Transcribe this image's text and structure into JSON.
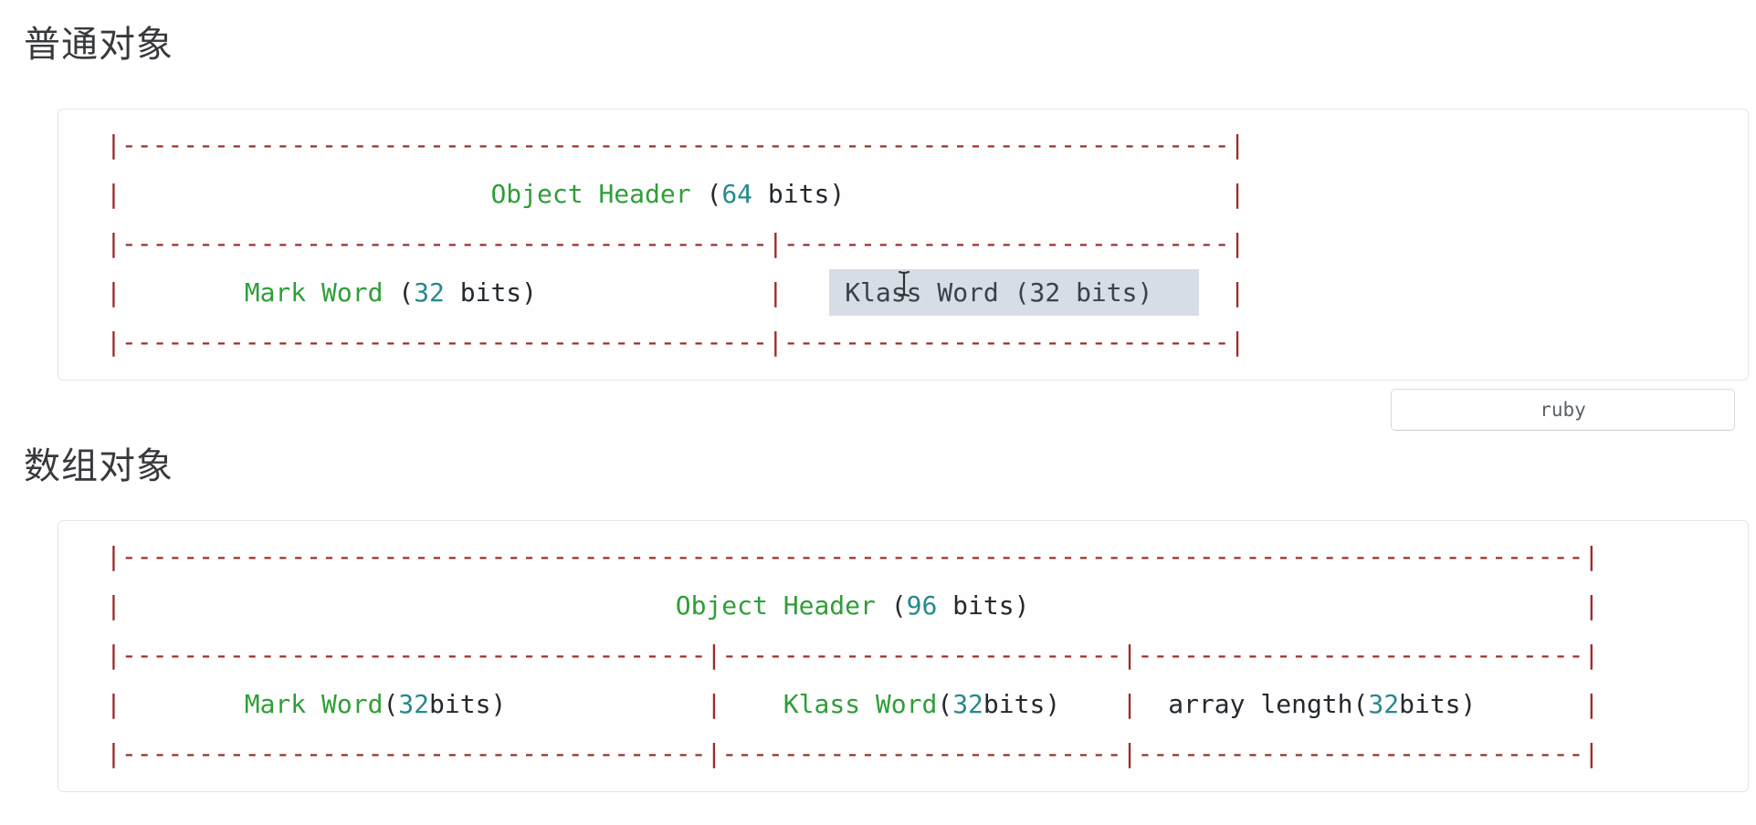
{
  "page": {
    "background": "#ffffff"
  },
  "headings": {
    "normal_object": "普通对象",
    "array_object": "数组对象"
  },
  "language_tag": {
    "label": "ruby"
  },
  "colors": {
    "dash_red": "#9b2c2c",
    "constant_green": "#2f9e38",
    "number_teal": "#25898e",
    "plain_text": "#24292e",
    "selection_bg": "#d7dde4",
    "selection_text": "#3a4148",
    "heading_text": "#37393c",
    "block_border": "#e3e5e8"
  },
  "cursor": {
    "icon": "text-ibeam",
    "over_text": "Klass Word (32 bits)"
  },
  "code_blocks": [
    {
      "name": "normal-object-header-diagram",
      "title_text": "Object Header (64 bits)",
      "cells": [
        "Mark Word (32 bits)",
        "Klass Word (32 bits)"
      ],
      "selected_text": "Klass Word (32 bits)",
      "lines": [
        [
          {
            "c": "red",
            "t": "|"
          },
          {
            "c": "red",
            "rep": "-",
            "n": 72
          },
          {
            "c": "red",
            "t": "|"
          }
        ],
        [
          {
            "c": "red",
            "t": "|"
          },
          {
            "c": "plain",
            "rep": " ",
            "n": 24
          },
          {
            "c": "green",
            "t": "Object Header"
          },
          {
            "c": "plain",
            "t": " ("
          },
          {
            "c": "teal",
            "t": "64"
          },
          {
            "c": "plain",
            "t": " bits)"
          },
          {
            "c": "plain",
            "rep": " ",
            "n": 25
          },
          {
            "c": "red",
            "t": "|"
          }
        ],
        [
          {
            "c": "red",
            "t": "|"
          },
          {
            "c": "red",
            "rep": "-",
            "n": 42
          },
          {
            "c": "red",
            "t": "|"
          },
          {
            "c": "red",
            "rep": "-",
            "n": 29
          },
          {
            "c": "red",
            "t": "|"
          }
        ],
        [
          {
            "c": "red",
            "t": "|"
          },
          {
            "c": "plain",
            "rep": " ",
            "n": 8
          },
          {
            "c": "green",
            "t": "Mark Word"
          },
          {
            "c": "plain",
            "t": " ("
          },
          {
            "c": "teal",
            "t": "32"
          },
          {
            "c": "plain",
            "t": " bits)"
          },
          {
            "c": "plain",
            "rep": " ",
            "n": 15
          },
          {
            "c": "red",
            "t": "|"
          },
          {
            "c": "plain",
            "rep": " ",
            "n": 3
          },
          {
            "c": "sel",
            "t": " Klass Word (32 bits)   "
          },
          {
            "c": "plain",
            "rep": " ",
            "n": 2
          },
          {
            "c": "red",
            "t": "|"
          }
        ],
        [
          {
            "c": "red",
            "t": "|"
          },
          {
            "c": "red",
            "rep": "-",
            "n": 42
          },
          {
            "c": "red",
            "t": "|"
          },
          {
            "c": "red",
            "rep": "-",
            "n": 29
          },
          {
            "c": "red",
            "t": "|"
          }
        ]
      ]
    },
    {
      "name": "array-object-header-diagram",
      "title_text": "Object Header (96 bits)",
      "cells": [
        "Mark Word(32bits)",
        "Klass Word(32bits)",
        "array length(32bits)"
      ],
      "lines": [
        [
          {
            "c": "red",
            "t": "|"
          },
          {
            "c": "red",
            "rep": "-",
            "n": 95
          },
          {
            "c": "red",
            "t": "|"
          }
        ],
        [
          {
            "c": "red",
            "t": "|"
          },
          {
            "c": "plain",
            "rep": " ",
            "n": 36
          },
          {
            "c": "green",
            "t": "Object Header"
          },
          {
            "c": "plain",
            "t": " ("
          },
          {
            "c": "teal",
            "t": "96"
          },
          {
            "c": "plain",
            "t": " bits)"
          },
          {
            "c": "plain",
            "rep": " ",
            "n": 36
          },
          {
            "c": "red",
            "t": "|"
          }
        ],
        [
          {
            "c": "red",
            "t": "|"
          },
          {
            "c": "red",
            "rep": "-",
            "n": 38
          },
          {
            "c": "red",
            "t": "|"
          },
          {
            "c": "red",
            "rep": "-",
            "n": 26
          },
          {
            "c": "red",
            "t": "|"
          },
          {
            "c": "red",
            "rep": "-",
            "n": 29
          },
          {
            "c": "red",
            "t": "|"
          }
        ],
        [
          {
            "c": "red",
            "t": "|"
          },
          {
            "c": "plain",
            "rep": " ",
            "n": 8
          },
          {
            "c": "green",
            "t": "Mark Word"
          },
          {
            "c": "plain",
            "t": "("
          },
          {
            "c": "teal",
            "t": "32"
          },
          {
            "c": "plain",
            "t": "bits)"
          },
          {
            "c": "plain",
            "rep": " ",
            "n": 13
          },
          {
            "c": "red",
            "t": "|"
          },
          {
            "c": "plain",
            "rep": " ",
            "n": 4
          },
          {
            "c": "green",
            "t": "Klass Word"
          },
          {
            "c": "plain",
            "t": "("
          },
          {
            "c": "teal",
            "t": "32"
          },
          {
            "c": "plain",
            "t": "bits)"
          },
          {
            "c": "plain",
            "rep": " ",
            "n": 4
          },
          {
            "c": "red",
            "t": "|"
          },
          {
            "c": "plain",
            "rep": " ",
            "n": 2
          },
          {
            "c": "plain",
            "t": "array length("
          },
          {
            "c": "teal",
            "t": "32"
          },
          {
            "c": "plain",
            "t": "bits)"
          },
          {
            "c": "plain",
            "rep": " ",
            "n": 7
          },
          {
            "c": "red",
            "t": "|"
          }
        ],
        [
          {
            "c": "red",
            "t": "|"
          },
          {
            "c": "red",
            "rep": "-",
            "n": 38
          },
          {
            "c": "red",
            "t": "|"
          },
          {
            "c": "red",
            "rep": "-",
            "n": 26
          },
          {
            "c": "red",
            "t": "|"
          },
          {
            "c": "red",
            "rep": "-",
            "n": 29
          },
          {
            "c": "red",
            "t": "|"
          }
        ]
      ]
    }
  ]
}
